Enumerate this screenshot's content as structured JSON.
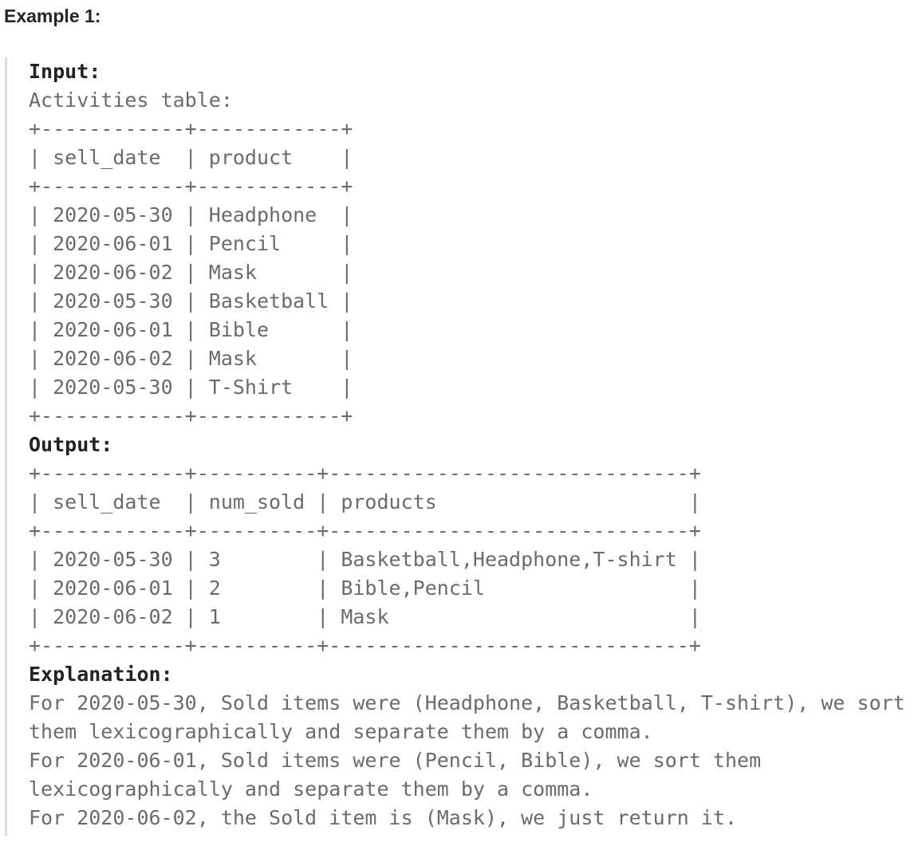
{
  "example": {
    "title": "Example 1:",
    "input_label": "Input:",
    "input_content": "\nActivities table:\n+------------+------------+\n| sell_date  | product    |\n+------------+------------+\n| 2020-05-30 | Headphone  |\n| 2020-06-01 | Pencil     |\n| 2020-06-02 | Mask       |\n| 2020-05-30 | Basketball |\n| 2020-06-01 | Bible      |\n| 2020-06-02 | Mask       |\n| 2020-05-30 | T-Shirt    |\n+------------+------------+\n",
    "output_label": "Output:",
    "output_content": "\n+------------+----------+------------------------------+\n| sell_date  | num_sold | products                     |\n+------------+----------+------------------------------+\n| 2020-05-30 | 3        | Basketball,Headphone,T-shirt |\n| 2020-06-01 | 2        | Bible,Pencil                 |\n| 2020-06-02 | 1        | Mask                         |\n+------------+----------+------------------------------+\n",
    "explanation_label": "Explanation:",
    "explanation_content": "\nFor 2020-05-30, Sold items were (Headphone, Basketball, T-shirt), we sort them lexicographically and separate them by a comma.\nFor 2020-06-01, Sold items were (Pencil, Bible), we sort them lexicographically and separate them by a comma.\nFor 2020-06-02, the Sold item is (Mask), we just return it."
  },
  "tables": {
    "input": {
      "name": "Activities",
      "headers": [
        "sell_date",
        "product"
      ],
      "rows": [
        [
          "2020-05-30",
          "Headphone"
        ],
        [
          "2020-06-01",
          "Pencil"
        ],
        [
          "2020-06-02",
          "Mask"
        ],
        [
          "2020-05-30",
          "Basketball"
        ],
        [
          "2020-06-01",
          "Bible"
        ],
        [
          "2020-06-02",
          "Mask"
        ],
        [
          "2020-05-30",
          "T-Shirt"
        ]
      ]
    },
    "output": {
      "headers": [
        "sell_date",
        "num_sold",
        "products"
      ],
      "rows": [
        [
          "2020-05-30",
          "3",
          "Basketball,Headphone,T-shirt"
        ],
        [
          "2020-06-01",
          "2",
          "Bible,Pencil"
        ],
        [
          "2020-06-02",
          "1",
          "Mask"
        ]
      ]
    }
  },
  "colors": {
    "title_text": "#262626",
    "label_text": "#222222",
    "body_text": "#6b6b6b",
    "block_border": "#dcdcdc",
    "background": "#ffffff"
  }
}
